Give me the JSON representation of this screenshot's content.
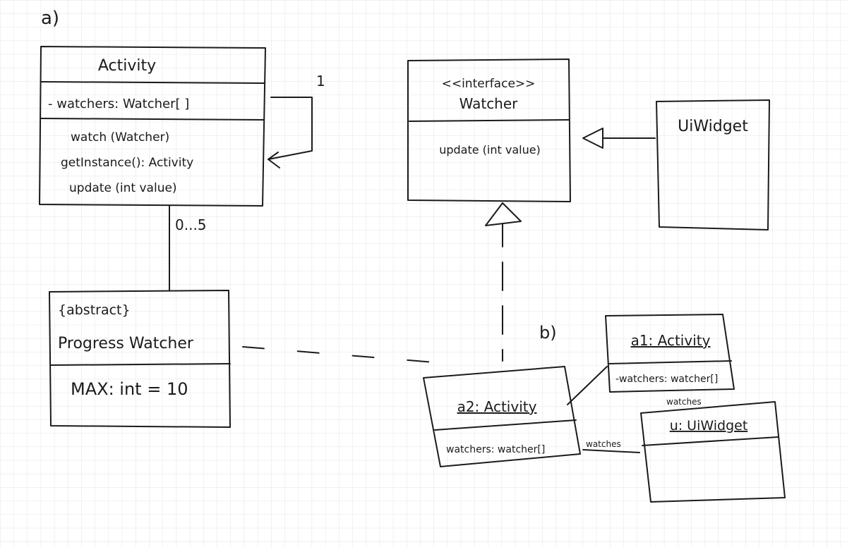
{
  "colors": {
    "ink": "#1b1b1b",
    "grid": "#e3e3e3",
    "paper": "#ffffff"
  },
  "part_a": {
    "label": "a)",
    "activity": {
      "name": "Activity",
      "attribute": "- watchers: Watcher[ ]",
      "methods": [
        "watch (Watcher)",
        "getInstance(): Activity",
        "update (int value)"
      ],
      "self_association_multiplicity": "1"
    },
    "multiplicity": "0...5",
    "watcher": {
      "stereotype": "<<interface>>",
      "name": "Watcher",
      "method": "update (int value)"
    },
    "uiwidget": {
      "name": "UiWidget"
    },
    "progress_watcher": {
      "stereotype": "{abstract}",
      "name": "Progress Watcher",
      "attribute": "MAX: int = 10"
    }
  },
  "part_b": {
    "label": "b)",
    "a1": {
      "name": "a1: Activity",
      "attribute": "-watchers: watcher[]"
    },
    "a2": {
      "name": "a2: Activity",
      "attribute": "watchers: watcher[]"
    },
    "u": {
      "name": "u: UiWidget"
    },
    "link_a2_u": "watches",
    "link_a1_u": "watches"
  }
}
